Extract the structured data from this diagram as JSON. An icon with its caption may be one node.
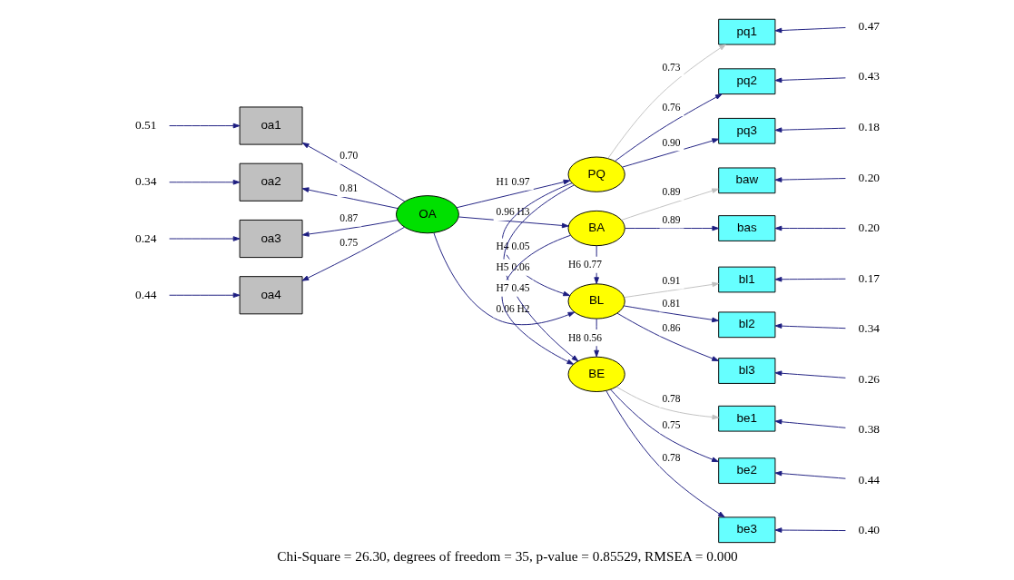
{
  "diagram": {
    "caption": "Chi-Square = 26.30, degrees of freedom = 35, p-value = 0.85529, RMSEA = 0.000",
    "nodes": [
      {
        "text": [
          "0.51"
        ]
      },
      {
        "text": [
          "0.34"
        ]
      },
      {
        "text": [
          "0.24"
        ]
      },
      {
        "text": [
          "0.44"
        ]
      },
      {
        "text": [
          "oa1"
        ]
      },
      {
        "text": [
          "oa2"
        ]
      },
      {
        "text": [
          "oa3"
        ]
      },
      {
        "text": [
          "oa4"
        ]
      },
      {
        "text": [
          "OA"
        ]
      },
      {
        "text": [
          "PQ"
        ]
      },
      {
        "text": [
          "BA"
        ]
      },
      {
        "text": [
          "BL"
        ]
      },
      {
        "text": [
          "BE"
        ]
      },
      {
        "text": [
          "pq1"
        ]
      },
      {
        "text": [
          "pq2"
        ]
      },
      {
        "text": [
          "pq3"
        ]
      },
      {
        "text": [
          "baw"
        ]
      },
      {
        "text": [
          "bas"
        ]
      },
      {
        "text": [
          "bl1"
        ]
      },
      {
        "text": [
          "bl2"
        ]
      },
      {
        "text": [
          "bl3"
        ]
      },
      {
        "text": [
          "be1"
        ]
      },
      {
        "text": [
          "be2"
        ]
      },
      {
        "text": [
          "be3"
        ]
      },
      {
        "text": [
          "0.47"
        ]
      },
      {
        "text": [
          "0.43"
        ]
      },
      {
        "text": [
          "0.18"
        ]
      },
      {
        "text": [
          "0.20"
        ]
      },
      {
        "text": [
          "0.20"
        ]
      },
      {
        "text": [
          "0.17"
        ]
      },
      {
        "text": [
          "0.34"
        ]
      },
      {
        "text": [
          "0.26"
        ]
      },
      {
        "text": [
          "0.38"
        ]
      },
      {
        "text": [
          "0.44"
        ]
      },
      {
        "text": [
          "0.40"
        ]
      }
    ],
    "edges": [
      {
        "from": 0,
        "to": 4,
        "arrow": "to"
      },
      {
        "from": 1,
        "to": 5,
        "arrow": "to"
      },
      {
        "from": 2,
        "to": 6,
        "arrow": "to"
      },
      {
        "from": 3,
        "to": 7,
        "arrow": "to"
      },
      {
        "from": 8,
        "to": 4,
        "arrow": "to",
        "label": "0.70"
      },
      {
        "from": 8,
        "to": 5,
        "arrow": "to",
        "label": "0.81"
      },
      {
        "from": 8,
        "to": 6,
        "arrow": "to",
        "label": "0.87"
      },
      {
        "from": 8,
        "to": 7,
        "arrow": "to",
        "label": "0.75"
      },
      {
        "from": 8,
        "to": 9,
        "arrow": "to",
        "label": "H1 0.97"
      },
      {
        "from": 8,
        "to": 10,
        "arrow": "to",
        "label": "0.96 H3"
      },
      {
        "from": 8,
        "to": 11,
        "arrow": "to",
        "label": "0.06 H2"
      },
      {
        "from": 9,
        "to": 11,
        "arrow": "to",
        "label": "H4 0.05"
      },
      {
        "from": 9,
        "to": 12,
        "arrow": "to",
        "label": "H5 0.06"
      },
      {
        "from": 10,
        "to": 11,
        "arrow": "to",
        "label": "H6 0.77"
      },
      {
        "from": 10,
        "to": 12,
        "arrow": "to",
        "label": "H7 0.45"
      },
      {
        "from": 11,
        "to": 12,
        "arrow": "to",
        "label": "H8 0.56"
      },
      {
        "from": 9,
        "to": 13,
        "arrow": "to",
        "label": "0.73",
        "color": "#c0c0c0"
      },
      {
        "from": 9,
        "to": 14,
        "arrow": "to",
        "label": "0.76"
      },
      {
        "from": 9,
        "to": 15,
        "arrow": "to",
        "label": "0.90"
      },
      {
        "from": 10,
        "to": 16,
        "arrow": "to",
        "label": "0.89",
        "color": "#c0c0c0"
      },
      {
        "from": 10,
        "to": 17,
        "arrow": "to",
        "label": "0.89"
      },
      {
        "from": 11,
        "to": 18,
        "arrow": "to",
        "label": "0.91",
        "color": "#c0c0c0"
      },
      {
        "from": 11,
        "to": 19,
        "arrow": "to",
        "label": "0.81"
      },
      {
        "from": 11,
        "to": 20,
        "arrow": "to",
        "label": "0.86"
      },
      {
        "from": 12,
        "to": 21,
        "arrow": "to",
        "label": "0.78",
        "color": "#c0c0c0"
      },
      {
        "from": 12,
        "to": 22,
        "arrow": "to",
        "label": "0.75"
      },
      {
        "from": 12,
        "to": 23,
        "arrow": "to",
        "label": "0.78"
      },
      {
        "from": 24,
        "to": 13,
        "arrow": "to"
      },
      {
        "from": 25,
        "to": 14,
        "arrow": "to"
      },
      {
        "from": 26,
        "to": 15,
        "arrow": "to"
      },
      {
        "from": 27,
        "to": 16,
        "arrow": "to"
      },
      {
        "from": 28,
        "to": 17,
        "arrow": "to"
      },
      {
        "from": 29,
        "to": 18,
        "arrow": "to"
      },
      {
        "from": 30,
        "to": 19,
        "arrow": "to"
      },
      {
        "from": 31,
        "to": 20,
        "arrow": "to"
      },
      {
        "from": 32,
        "to": 21,
        "arrow": "to"
      },
      {
        "from": 33,
        "to": 22,
        "arrow": "to"
      },
      {
        "from": 34,
        "to": 23,
        "arrow": "to"
      }
    ]
  }
}
